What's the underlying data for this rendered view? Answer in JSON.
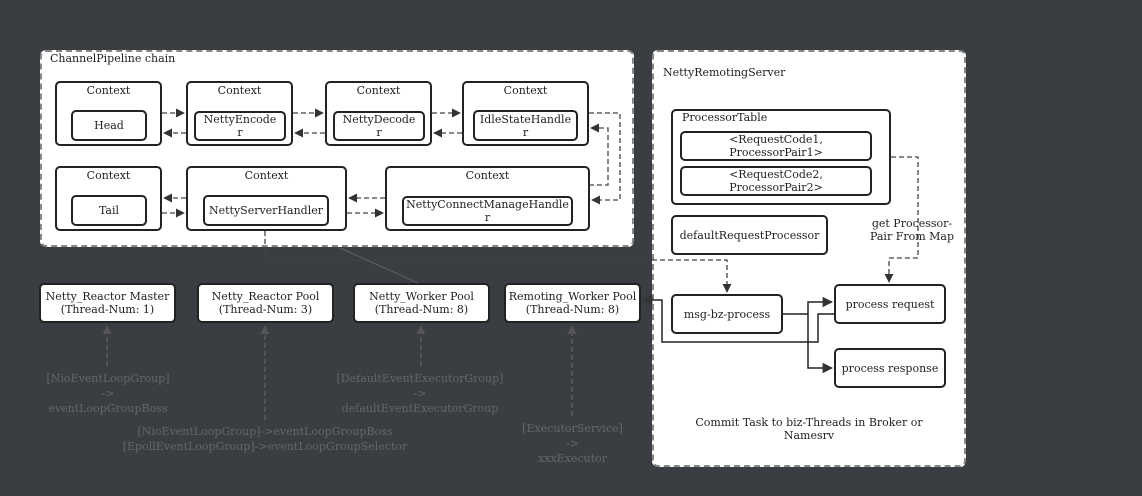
{
  "pipeline": {
    "title": "ChannelPipeline chain",
    "contexts": [
      {
        "label": "Context",
        "handler": "Head"
      },
      {
        "label": "Context",
        "handler": "NettyEncode r"
      },
      {
        "label": "Context",
        "handler": "NettyDecode r"
      },
      {
        "label": "Context",
        "handler": "IdleStateHandle r"
      },
      {
        "label": "Context",
        "handler": "Tail"
      },
      {
        "label": "Context",
        "handler": "NettyServerHandler"
      },
      {
        "label": "Context",
        "handler": "NettyConnectManageHandle r"
      }
    ]
  },
  "server": {
    "title": "NettyRemotingServer",
    "processor_table": {
      "title": "ProcessorTable",
      "entries": [
        "<RequestCode1, ProcessorPair1>",
        "<RequestCode2, ProcessorPair2>"
      ]
    },
    "default_processor": "defaultRequestProcessor",
    "get_pair_note": "get Processor-Pair From Map",
    "msg_process": "msg-bz-process",
    "process_request": "process request",
    "process_response": "process response",
    "commit_note": "Commit Task to biz-Threads in Broker or Namesrv"
  },
  "pools": [
    {
      "name": "Netty_Reactor Master",
      "threads": "(Thread-Num: 1)"
    },
    {
      "name": "Netty_Reactor Pool",
      "threads": "(Thread-Num: 3)"
    },
    {
      "name": "Netty_Worker Pool",
      "threads": "(Thread-Num: 8)"
    },
    {
      "name": "Remoting_Worker Pool",
      "threads": "(Thread-Num: 8)"
    }
  ],
  "captions": {
    "master": [
      "[NioEventLoopGroup]",
      "->",
      "eventLoopGroupBoss"
    ],
    "reactor": [
      "[NioEventLoopGroup]->eventLoopGroupBoss",
      "[EpollEventLoopGroup]->eventLoopGroupSelector"
    ],
    "worker": [
      "[DefaultEventExecutorGroup]",
      "->",
      "defaultEventExecutorGroup"
    ],
    "remoting": [
      "[ExecutorService]",
      "->",
      "xxxExecutor"
    ]
  }
}
